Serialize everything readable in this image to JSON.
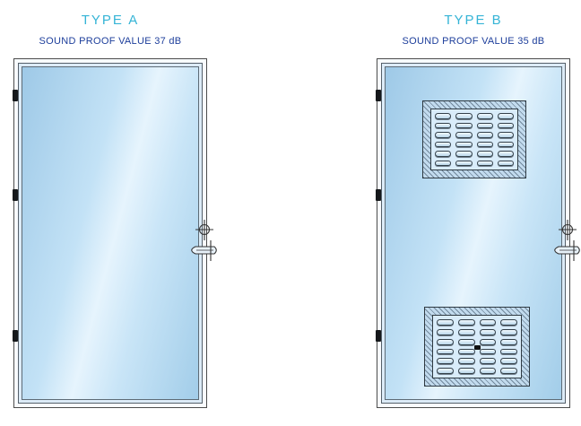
{
  "page": {
    "background_color": "#ffffff"
  },
  "colors": {
    "title_accent": "#35b4d6",
    "subtitle_blue": "#1d3e9b",
    "door_panel_blue": "#c3e2f6",
    "drawing_line": "#333333"
  },
  "doors": [
    {
      "id": "type-a",
      "title": "TYPE A",
      "subtitle": "SOUND PROOF VALUE 37 dB",
      "hinges": 3,
      "has_handle": true,
      "louvers": []
    },
    {
      "id": "type-b",
      "title": "TYPE B",
      "subtitle": "SOUND PROOF VALUE 35 dB",
      "hinges": 3,
      "has_handle": true,
      "louvers": [
        {
          "position": "top",
          "rows": 6,
          "cols": 4
        },
        {
          "position": "bottom",
          "rows": 6,
          "cols": 4,
          "center_dot": true
        }
      ]
    }
  ]
}
